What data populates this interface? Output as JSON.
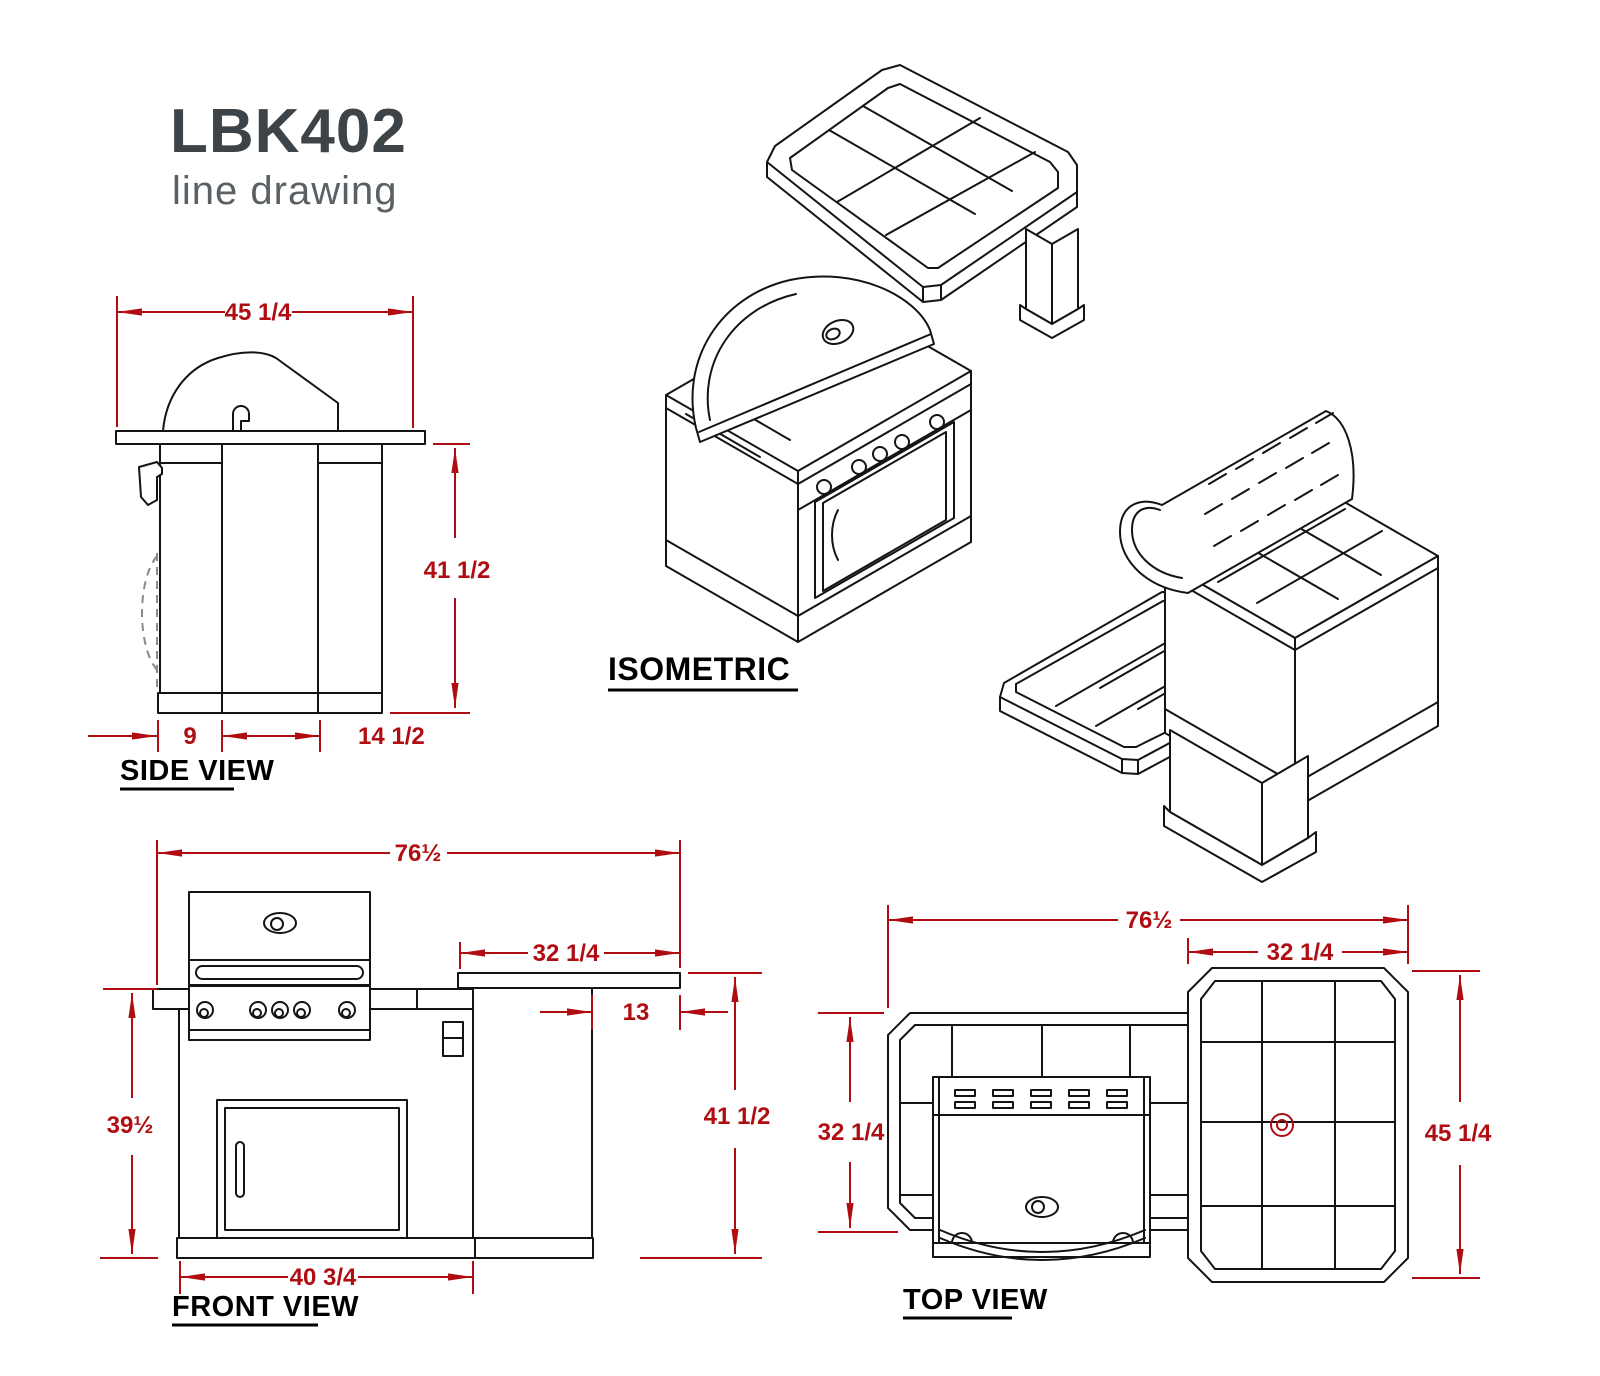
{
  "title": {
    "model": "LBK402",
    "subtitle": "line drawing"
  },
  "colors": {
    "dimension_red": "#b00d12",
    "line_ink": "#141414",
    "title_dark": "#3d4347",
    "title_light": "#5a6165"
  },
  "views": {
    "side": {
      "label": "SIDE VIEW",
      "dim_width": "45 1/4",
      "dim_height": "41 1/2",
      "dim_base_front": "9",
      "dim_base_back": "14 1/2"
    },
    "isometric": {
      "label": "ISOMETRIC"
    },
    "front": {
      "label": "FRONT VIEW",
      "dim_overall_width": "76½",
      "dim_table_width": "32 1/4",
      "dim_table_overhang": "13",
      "dim_overall_height": "41 1/2",
      "dim_body_height": "39½",
      "dim_body_width": "40 3/4"
    },
    "top": {
      "label": "TOP VIEW",
      "dim_overall_width": "76½",
      "dim_table_width": "32 1/4",
      "dim_island_depth": "32 1/4",
      "dim_table_depth": "45 1/4"
    }
  }
}
